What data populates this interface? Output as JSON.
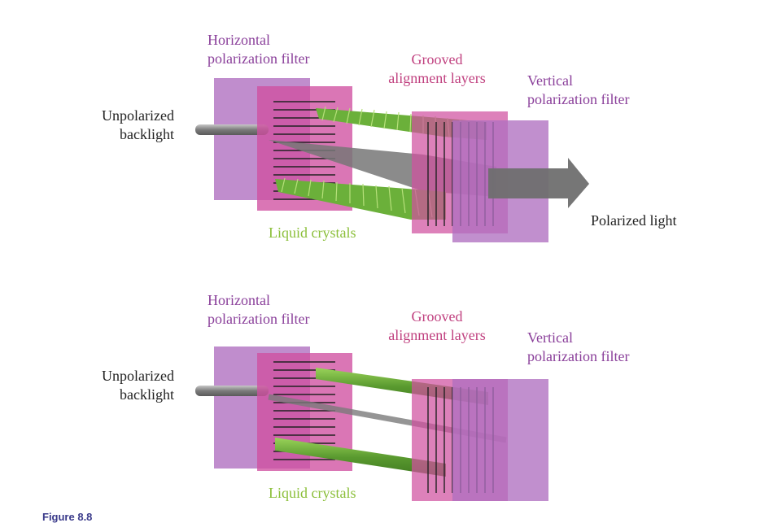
{
  "top": {
    "horizontal_filter": [
      "Horizontal",
      "polarization filter"
    ],
    "grooved_layers": [
      "Grooved",
      "alignment layers"
    ],
    "vertical_filter": [
      "Vertical",
      "polarization filter"
    ],
    "unpolarized": [
      "Unpolarized",
      "backlight"
    ],
    "liquid_crystals": "Liquid crystals",
    "polarized_light": "Polarized light"
  },
  "bottom": {
    "horizontal_filter": [
      "Horizontal",
      "polarization filter"
    ],
    "grooved_layers": [
      "Grooved",
      "alignment layers"
    ],
    "vertical_filter": [
      "Vertical",
      "polarization filter"
    ],
    "unpolarized": [
      "Unpolarized",
      "backlight"
    ],
    "liquid_crystals": "Liquid crystals"
  },
  "caption": "Figure 8.8",
  "colors": {
    "filter_purple": "#b070c0",
    "layer_pink": "#d050a0",
    "crystal_green": "#7cc043",
    "beam_gray": "#7a7a7a"
  }
}
